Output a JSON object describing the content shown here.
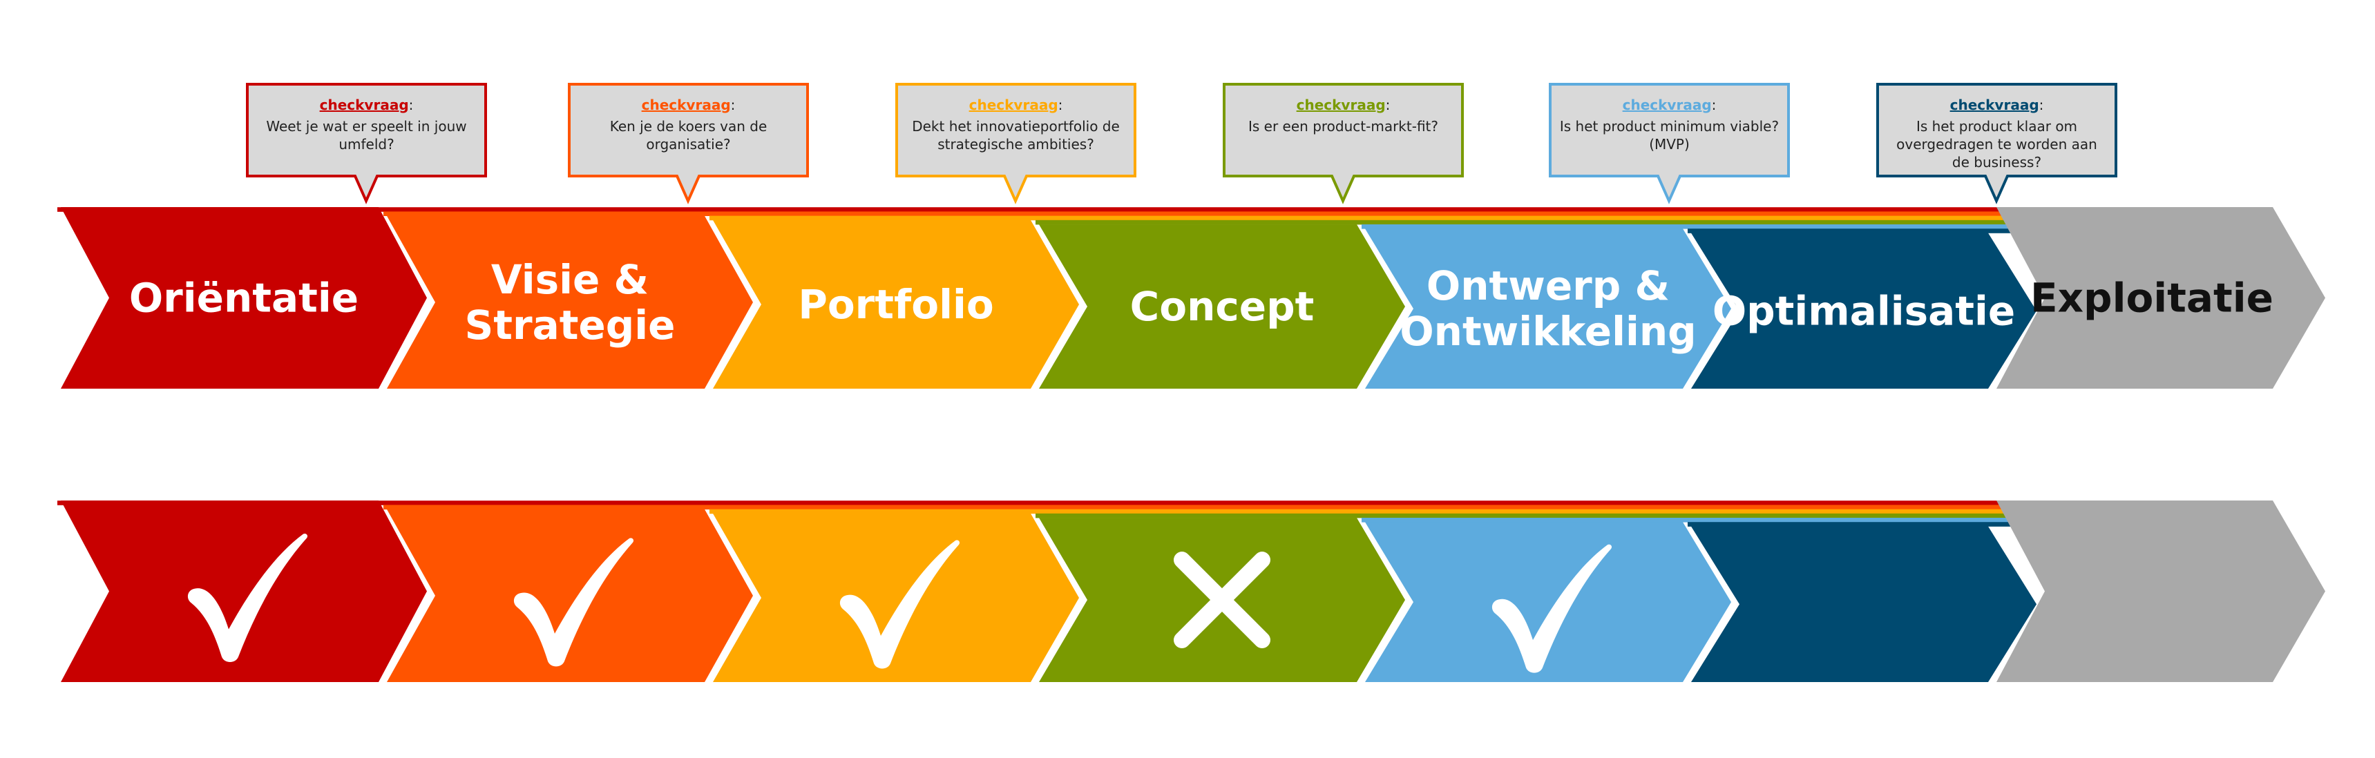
{
  "colors": {
    "red": "#C80000",
    "orange": "#FF5400",
    "yellow": "#FFA800",
    "green": "#7A9A01",
    "lightblue": "#5DABDE",
    "navy": "#004A70",
    "gray": "#A9A9A9",
    "callout_bg": "#D9D9D9"
  },
  "stages": [
    {
      "label_lines": [
        "Oriëntatie"
      ],
      "color": "#C80000",
      "text_color": "#FFFFFF",
      "status": "check",
      "callout": {
        "heading": "checkvraag",
        "colon": ":",
        "lines": [
          "Weet je wat er speelt in jouw",
          "umfeld?"
        ]
      }
    },
    {
      "label_lines": [
        "Visie &",
        "Strategie"
      ],
      "color": "#FF5400",
      "text_color": "#FFFFFF",
      "status": "check",
      "callout": {
        "heading": "checkvraag",
        "colon": ":",
        "lines": [
          "Ken je de koers van de",
          "organisatie?"
        ]
      }
    },
    {
      "label_lines": [
        "Portfolio"
      ],
      "color": "#FFA800",
      "text_color": "#FFFFFF",
      "status": "check",
      "callout": {
        "heading": "checkvraag",
        "colon": ":",
        "lines": [
          "Dekt het innovatieportfolio de",
          "strategische ambities?"
        ]
      }
    },
    {
      "label_lines": [
        "Concept"
      ],
      "color": "#7A9A01",
      "text_color": "#FFFFFF",
      "status": "cross",
      "callout": {
        "heading": "checkvraag",
        "colon": ":",
        "lines": [
          "Is er een product-markt-fit?"
        ]
      }
    },
    {
      "label_lines": [
        "Ontwerp &",
        "Ontwikkeling"
      ],
      "color": "#5DABDE",
      "text_color": "#FFFFFF",
      "status": "check",
      "callout": {
        "heading": "checkvraag",
        "colon": ":",
        "lines": [
          "Is het product minimum viable?",
          "(MVP)"
        ]
      }
    },
    {
      "label_lines": [
        "Optimalisatie"
      ],
      "color": "#004A70",
      "text_color": "#FFFFFF",
      "status": "none",
      "callout": {
        "heading": "checkvraag",
        "colon": ":",
        "lines": [
          "Is het product klaar om",
          "overgedragen te worden aan",
          "de business?"
        ]
      }
    },
    {
      "label_lines": [
        "Exploitatie"
      ],
      "color": "#A9A9A9",
      "text_color": "#111111",
      "status": "none",
      "callout": null
    }
  ]
}
